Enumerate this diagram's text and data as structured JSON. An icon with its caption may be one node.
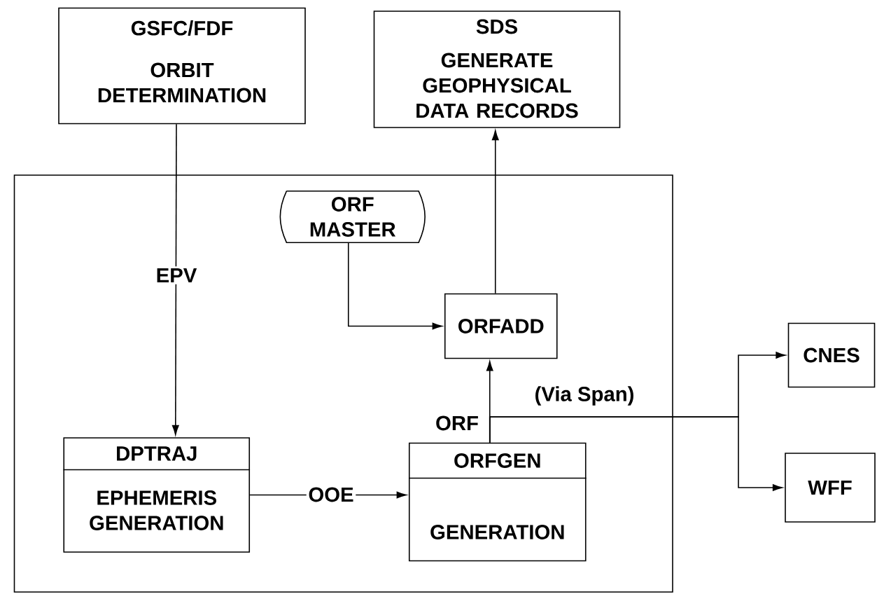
{
  "diagram": {
    "nodes": [
      {
        "text": [
          "GSFC/FDF",
          "ORBIT DETERMINATION"
        ]
      },
      {
        "text": [
          "SDS",
          "GENERATE GEOPHYSICAL DATA RECORDS"
        ]
      },
      {
        "text": [],
        "shape": "box"
      },
      {
        "text": [
          "ORF MASTER"
        ],
        "in": 2
      },
      {
        "text": [
          "ORFADD"
        ],
        "in": 2
      },
      {
        "text": [
          "DPTRAJ",
          "EPHEMERIS GENERATION"
        ],
        "in": 2
      },
      {
        "text": [
          "ORFGEN",
          "GENERATION"
        ],
        "in": 2
      },
      {
        "text": [
          "CNES"
        ]
      },
      {
        "text": [
          "WFF"
        ]
      }
    ],
    "edges": [
      {
        "from": 0,
        "to": 5,
        "arrow": "to",
        "label": "EPV"
      },
      {
        "from": 3,
        "to": 4,
        "arrow": "to"
      },
      {
        "from": 4,
        "to": 1,
        "arrow": "to"
      },
      {
        "from": 5,
        "to": 6,
        "arrow": "to",
        "label": "OOE"
      },
      {
        "from": 6,
        "to": 4,
        "arrow": "to",
        "label": "ORF"
      },
      {
        "from": 6,
        "to": 7,
        "arrow": "to",
        "label": "(Via Span)"
      },
      {
        "from": 6,
        "to": 8,
        "arrow": "to"
      }
    ]
  }
}
